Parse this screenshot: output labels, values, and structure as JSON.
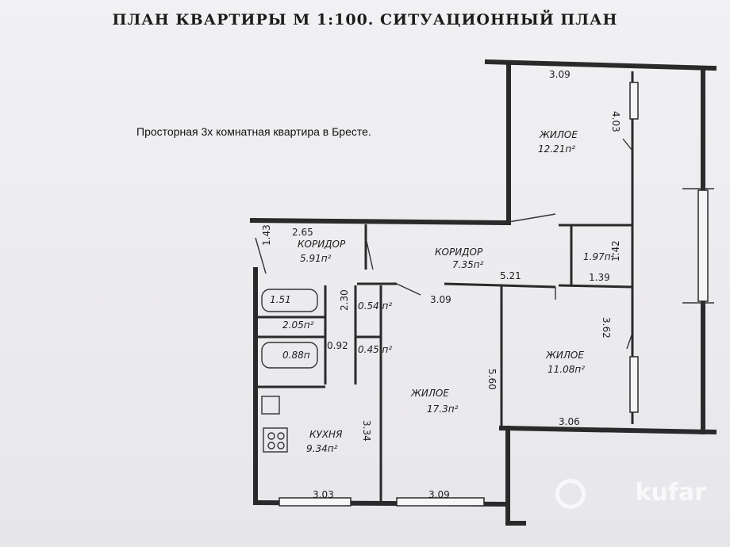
{
  "header": {
    "title": "ПЛАН КВАРТИРЫ М 1:100.   СИТУАЦИОННЫЙ ПЛАН"
  },
  "caption": "Просторная 3х комнатная квартира в Бресте.",
  "rooms": [
    {
      "name": "ЖИЛОЕ",
      "area": "12.21п²"
    },
    {
      "name": "КОРИДОР",
      "area": "5.91п²"
    },
    {
      "name": "КОРИДОР",
      "area": "7.35п²"
    },
    {
      "name": "",
      "area": "1.97п²"
    },
    {
      "name": "",
      "area": "1.51"
    },
    {
      "name": "",
      "area": "2.05п²"
    },
    {
      "name": "",
      "area": "0.88п"
    },
    {
      "name": "",
      "area": "0.54 п²"
    },
    {
      "name": "",
      "area": "0.45 п²"
    },
    {
      "name": "ЖИЛОЕ",
      "area": "17.3п²"
    },
    {
      "name": "ЖИЛОЕ",
      "area": "11.08п²"
    },
    {
      "name": "КУХНЯ",
      "area": "9.34п²"
    }
  ],
  "dimensions": {
    "d1": "3.09",
    "d2": "4.03",
    "d3": "2.65",
    "d4": "1.43",
    "d5": "3.09",
    "d6": "5.21",
    "d7": "1.42",
    "d8": "1.39",
    "d9": "3.62",
    "d10": "2.30",
    "d11": "0.92",
    "d12": "5.60",
    "d13": "3.34",
    "d14": "3.06",
    "d15": "3.03",
    "d16": "3.09"
  },
  "watermark": {
    "text": "kufar",
    "icon": "kufar-logo-icon"
  },
  "colors": {
    "paper": "#f1f0f3",
    "ink": "#2a2a2a"
  }
}
